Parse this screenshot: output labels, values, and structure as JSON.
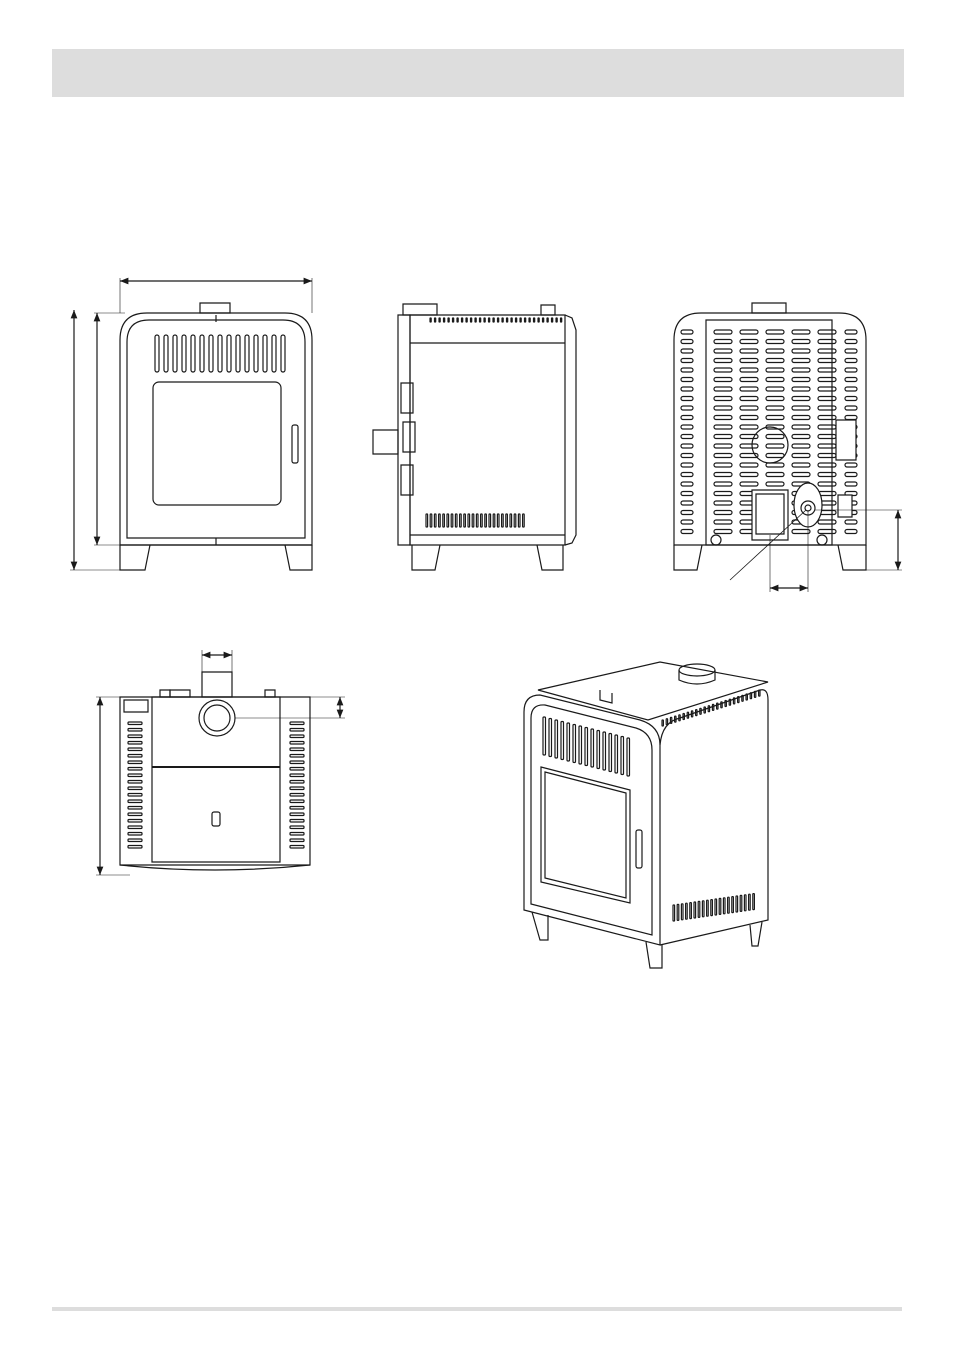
{
  "page": {
    "header_bar_color": "#dddddd",
    "footer_rule_color": "#dddddd",
    "line_color": "#1a1a1a"
  },
  "figures": {
    "views": [
      "front",
      "side",
      "rear",
      "top",
      "perspective"
    ]
  }
}
